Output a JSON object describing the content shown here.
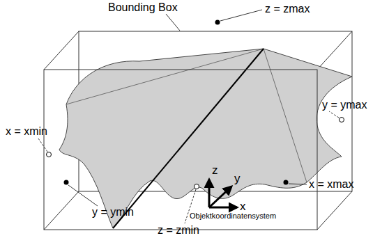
{
  "diagram": {
    "labels": [
      "Bounding Box",
      "z = zmax",
      "y = ymax",
      "x = xmin",
      "z",
      "y",
      "x",
      "Objektkoordinatensystem",
      "x = xmax",
      "y = ymin",
      "z = zmin"
    ]
  }
}
